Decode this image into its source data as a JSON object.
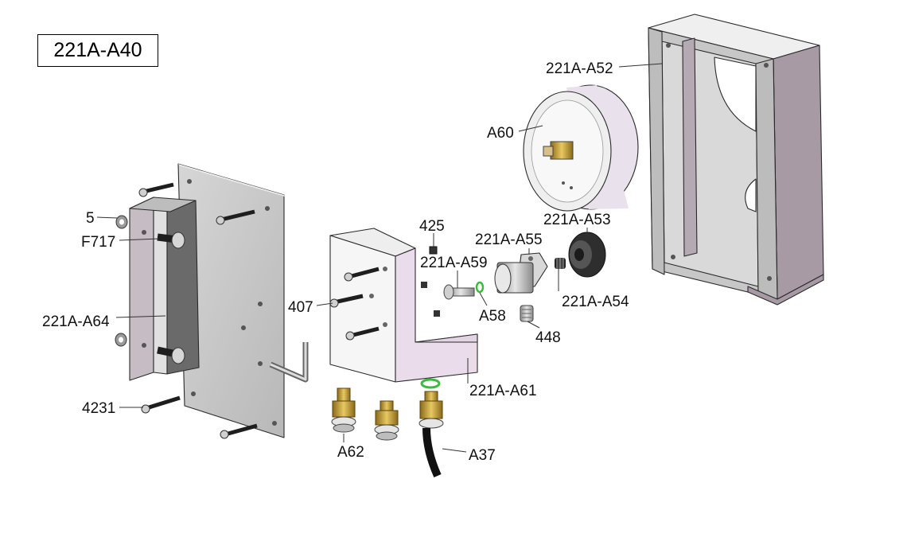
{
  "assembly": {
    "title": "221A-A40"
  },
  "callouts": {
    "a52": "221A-A52",
    "a60": "A60",
    "a53": "221A-A53",
    "a55": "221A-A55",
    "a425": "425",
    "a59": "221A-A59",
    "a54": "221A-A54",
    "a58": "A58",
    "a448": "448",
    "a407": "407",
    "a61": "221A-A61",
    "a62": "A62",
    "a37": "A37",
    "a5": "5",
    "f717": "F717",
    "a64": "221A-A64",
    "a4231": "4231"
  },
  "colors": {
    "plate": "#c9c9c9",
    "bracket_face": "#f5f5f5",
    "bracket_side": "#eadcea",
    "box_side": "#a79aa5",
    "brass": "#c8a23a",
    "oring": "#3cba3c",
    "bolt": "#2b2b2b",
    "hose": "#111111"
  }
}
